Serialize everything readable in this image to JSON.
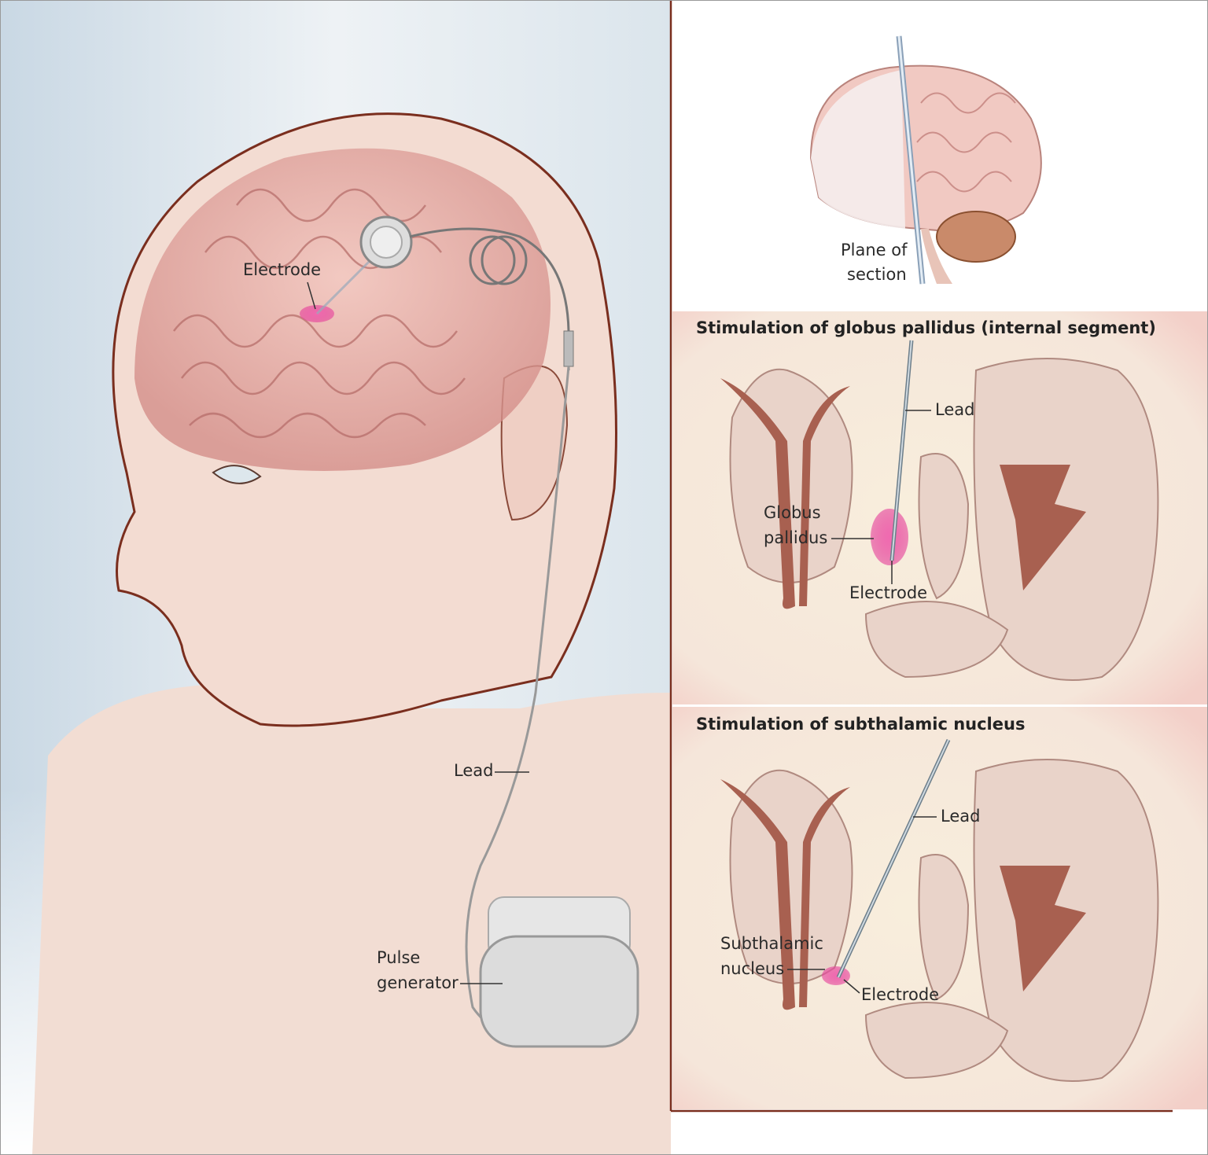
{
  "figure": {
    "head_labels": {
      "electrode": "Electrode",
      "lead": "Lead",
      "pulse_generator_line1": "Pulse",
      "pulse_generator_line2": "generator"
    },
    "brain_inset": {
      "plane_line1": "Plane of",
      "plane_line2": "section"
    },
    "panel_gp": {
      "title": "Stimulation of globus pallidus (internal segment)",
      "lead": "Lead",
      "target_line1": "Globus",
      "target_line2": "pallidus",
      "electrode": "Electrode"
    },
    "panel_stn": {
      "title": "Stimulation of subthalamic nucleus",
      "lead": "Lead",
      "target_line1": "Subthalamic",
      "target_line2": "nucleus",
      "electrode": "Electrode"
    },
    "colors": {
      "outline": "#7a2e1e",
      "skin": "#f3dcd2",
      "brain": "#eab3ae",
      "target": "#e5409a",
      "section_bg": "#f6ead8"
    }
  }
}
